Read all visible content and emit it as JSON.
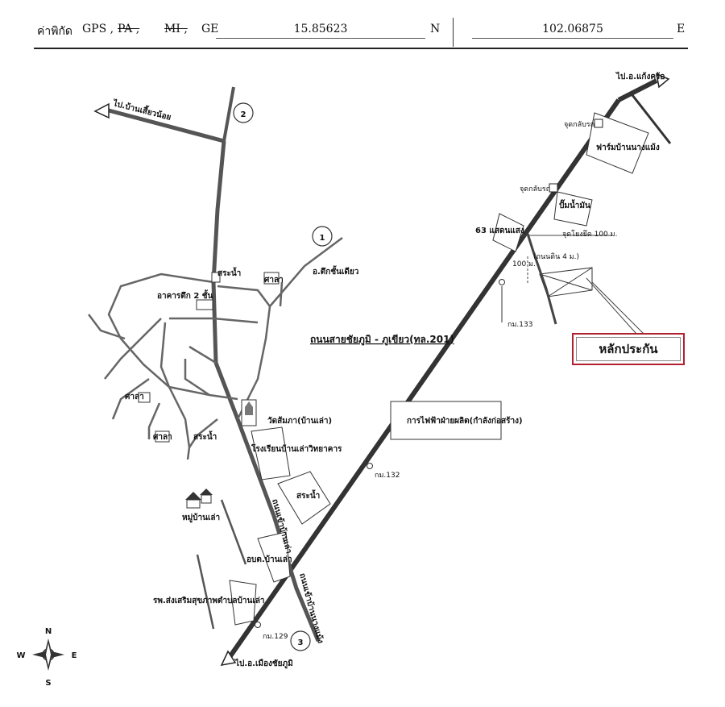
{
  "gps": {
    "label": "ค่าพิกัด",
    "options": [
      "GPS ,",
      "PA ,",
      "MI ,",
      "GE"
    ],
    "lat_value": "15.85623",
    "lat_dir": "N",
    "lon_value": "102.06875",
    "lon_dir": "E"
  },
  "map": {
    "road_title": "ถนนสายชัยภูมิ - ภูเขียว(ทล.201)",
    "stake_label": "หลักประกัน",
    "route_markers": [
      "2",
      "1",
      "3"
    ],
    "destinations": {
      "northeast": "ไป.อ.แก้งคร้อ",
      "northwest": "ไป.บ้านเสี้ยวน้อย",
      "southwest": "ไป.อ.เมืองชัยภูมิ"
    },
    "places": {
      "bus_stop_1": "จุดกลับรถ",
      "bus_stop_2": "จุดกลับรถ",
      "farm": "ฟาร์มบ้านนางแม้ง",
      "gas_station": "ปั๊มน้ำมัน",
      "shop": "63 แสดนแสง",
      "junction": "จุดโยงยึด 100 ม.",
      "dirt_road": "(ถนนดิน 4 ม.)",
      "distance": "100 ม.",
      "km133": "กม.133",
      "km132": "กม.132",
      "km129": "กม.129",
      "reservoir_1": "สระน้ำ",
      "reservoir_2": "สระน้ำ",
      "reservoir_3": "สระน้ำ",
      "sala_1": "ศาลา",
      "sala_2": "ศาลา",
      "sala_3": "ศาลา",
      "tambon": "อ.ตึกชั้นเดียว",
      "building": "อาคารตึก 2 ชั้น",
      "temple": "วัดส้มภา(บ้านเล่า)",
      "school": "โรงเรียนบ้านเล่าวิทยาคาร",
      "power": "การไฟฟ้าฝ่ายผลิต(กำลังก่อสร้าง)",
      "village": "หมู่บ้านเล่า",
      "road_baanlao": "ถนนเข้าบ้านเล่า",
      "road_nongbua": "ถนนเข้าบ้านนางแม้ง",
      "tao": "อบต.บ้านเล่า",
      "hospital": "รพ.ส่งเสริมสุขภาพตำบลบ้านเล่า"
    },
    "compass": [
      "N",
      "E",
      "S",
      "W"
    ]
  }
}
